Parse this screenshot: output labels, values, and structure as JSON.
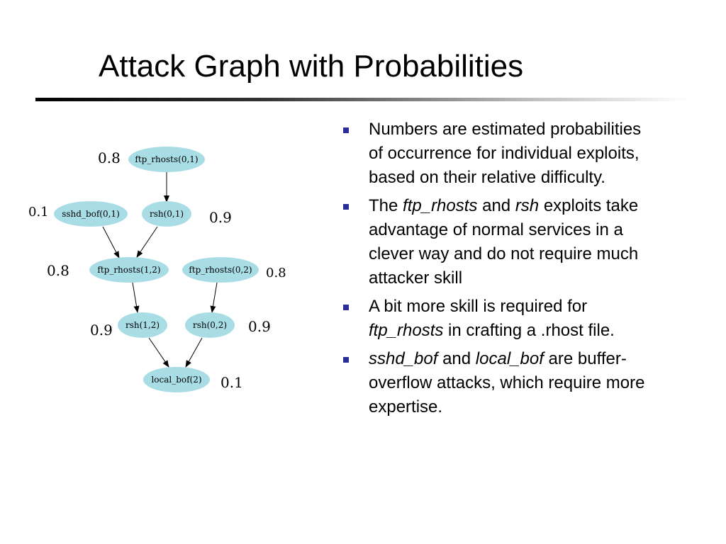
{
  "slide": {
    "title": "Attack Graph with Probabilities"
  },
  "graph": {
    "nodes": [
      {
        "id": "ftp_rhosts_01",
        "label": "ftp_rhosts(0,1)"
      },
      {
        "id": "sshd_bof_01",
        "label": "sshd_bof(0,1)"
      },
      {
        "id": "rsh_01",
        "label": "rsh(0,1)"
      },
      {
        "id": "ftp_rhosts_12",
        "label": "ftp_rhosts(1,2)"
      },
      {
        "id": "ftp_rhosts_02",
        "label": "ftp_rhosts(0,2)"
      },
      {
        "id": "rsh_12",
        "label": "rsh(1,2)"
      },
      {
        "id": "rsh_02",
        "label": "rsh(0,2)"
      },
      {
        "id": "local_bof_2",
        "label": "local_bof(2)"
      }
    ],
    "edges": [
      {
        "from": "ftp_rhosts_01",
        "to": "rsh_01"
      },
      {
        "from": "sshd_bof_01",
        "to": "ftp_rhosts_12"
      },
      {
        "from": "rsh_01",
        "to": "ftp_rhosts_12"
      },
      {
        "from": "ftp_rhosts_12",
        "to": "rsh_12"
      },
      {
        "from": "ftp_rhosts_02",
        "to": "rsh_02"
      },
      {
        "from": "rsh_12",
        "to": "local_bof_2"
      },
      {
        "from": "rsh_02",
        "to": "local_bof_2"
      }
    ],
    "probabilities": [
      {
        "node": "ftp_rhosts_01",
        "value": "0.8"
      },
      {
        "node": "sshd_bof_01",
        "value": "0.1"
      },
      {
        "node": "rsh_01",
        "value": "0.9"
      },
      {
        "node": "ftp_rhosts_12",
        "value": "0.8"
      },
      {
        "node": "ftp_rhosts_02",
        "value": "0.8"
      },
      {
        "node": "rsh_12",
        "value": "0.9"
      },
      {
        "node": "rsh_02",
        "value": "0.9"
      },
      {
        "node": "local_bof_2",
        "value": "0.1"
      }
    ],
    "colors": {
      "node_fill": "#a8dde6",
      "edge": "#000000"
    }
  },
  "bullets": {
    "b1": {
      "text": "Numbers are estimated probabilities of occurrence for individual exploits, based on their relative difficulty."
    },
    "b2": {
      "p1": "The ",
      "i1": "ftp_rhosts",
      "p2": " and ",
      "i2": "rsh",
      "p3": " exploits take advantage of normal services in a clever way and do not require much attacker skill"
    },
    "b3": {
      "p1": "A bit more skill is required for ",
      "i1": "ftp_rhosts",
      "p2": " in crafting a .rhost file."
    },
    "b4": {
      "i1": "sshd_bof",
      "p1": " and ",
      "i2": "local_bof",
      "p2": " are buffer-overflow attacks, which require more expertise."
    },
    "marker_color": "#2d2d9a"
  }
}
